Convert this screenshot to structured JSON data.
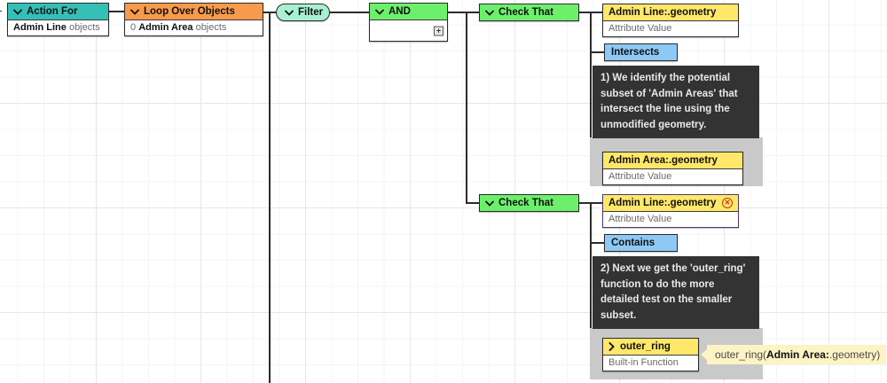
{
  "canvas": {
    "grid": true,
    "background": "#ffffff",
    "colors": {
      "action_for": "#35bfb6",
      "loop": "#f79a4b",
      "filter_pill": "#a8f0d2",
      "logic": "#6cf06c",
      "attribute": "#ffe869",
      "operator": "#8ec9f5",
      "comment": "#333333",
      "panel": "#c9c9c9",
      "expression": "#fdf3c4",
      "error": "#c43b10"
    }
  },
  "nodes": {
    "action_for": {
      "title": "Action For",
      "body_prefix": "",
      "body_bold": "Admin Line",
      "body_suffix": " objects",
      "chevron": "chevron-down-icon"
    },
    "loop": {
      "title": "Loop Over Objects",
      "body_prefix": "0 ",
      "body_bold": "Admin Area",
      "body_suffix": " objects",
      "chevron": "chevron-down-icon"
    },
    "filter": {
      "title": "Filter",
      "chevron": "chevron-down-icon"
    },
    "and": {
      "title": "AND",
      "chevron": "chevron-down-icon",
      "add_label": "+"
    },
    "check_that_1": {
      "title": "Check That",
      "chevron": "chevron-down-icon"
    },
    "check_that_2": {
      "title": "Check That",
      "chevron": "chevron-down-icon"
    },
    "attr_admin_line_1": {
      "title": "Admin Line:.geometry",
      "body": "Attribute Value",
      "has_error": false
    },
    "attr_admin_line_2": {
      "title": "Admin Line:.geometry",
      "body": "Attribute Value",
      "has_error": true,
      "error_icon": "error-circle-icon"
    },
    "attr_admin_area": {
      "title": "Admin Area:.geometry",
      "body": "Attribute Value"
    },
    "op_intersects": {
      "label": "Intersects"
    },
    "op_contains": {
      "label": "Contains"
    },
    "outer_ring": {
      "title": "outer_ring",
      "body": "Built-in Function",
      "chevron": "chevron-right-icon"
    }
  },
  "comments": {
    "step_1": "1) We identify the potential subset of 'Admin Areas' that intersect the line using the unmodified geometry.",
    "step_2": "2) Next we get the 'outer_ring' function to do the more detailed test on the smaller subset."
  },
  "expression": {
    "prefix": "outer_ring(",
    "bold": "Admin Area:",
    "mid": ".geometry",
    "suffix": ")"
  }
}
